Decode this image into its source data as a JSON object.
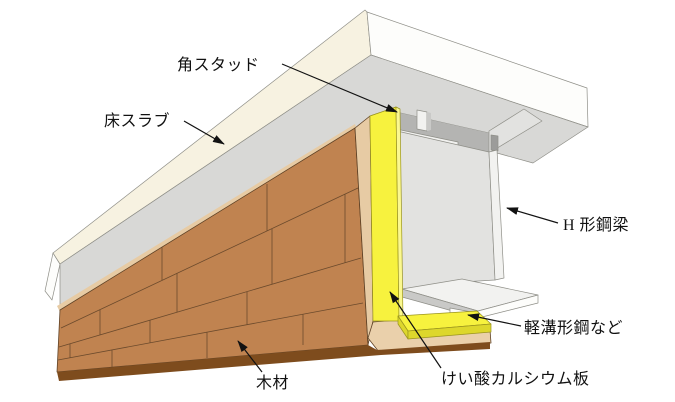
{
  "diagram": {
    "description": "Fire-protection detail of a wood-clad steel floor beam",
    "labels": {
      "stud": "角スタッド",
      "floor_slab": "床スラブ",
      "h_beam": "H 形鋼梁",
      "channel": "軽溝形鋼など",
      "wood": "木材",
      "calcium_silicate": "けい酸カルシウム板"
    },
    "palette": {
      "slab_top": "#f7f2e1",
      "slab_end": "#fdfdfb",
      "slab_soffit": "#d8d8d6",
      "steel_shadow": "#b4b4b2",
      "steel_web": "#e2e2e0",
      "steel_light": "#f2f2f0",
      "steel_mid": "#c9c9c7",
      "steel_dark": "#9c9c9a",
      "yellow_board": "#f7f23e",
      "yellow_dark": "#ddd72c",
      "yellow_light": "#fbf890",
      "wood_face": "#c08350",
      "wood_light": "#e7cba4",
      "wood_band": "#ead0ab",
      "wood_dark": "#7e4c1d",
      "line": "#121212"
    }
  }
}
